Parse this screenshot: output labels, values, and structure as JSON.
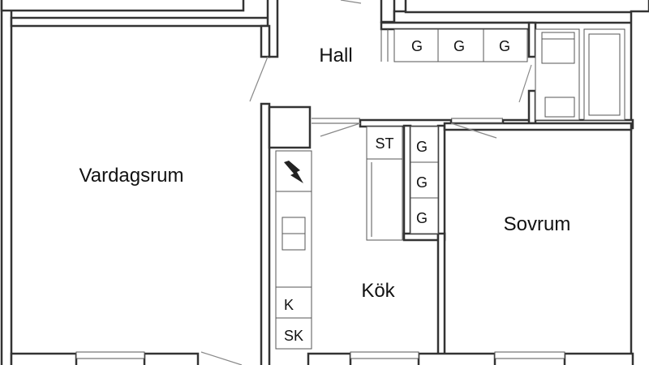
{
  "rooms": {
    "hall": "Hall",
    "vardagsrum": "Vardagsrum",
    "kok": "Kök",
    "sovrum": "Sovrum"
  },
  "fixtures": {
    "hall_wardrobe": [
      "G",
      "G",
      "G"
    ],
    "kitchen_wardrobe": [
      "G",
      "G",
      "G"
    ],
    "storage": "ST",
    "fridge": "K",
    "freezer": "SK"
  },
  "colors": {
    "wall": "#333333",
    "line": "#555555",
    "background": "#ffffff"
  }
}
